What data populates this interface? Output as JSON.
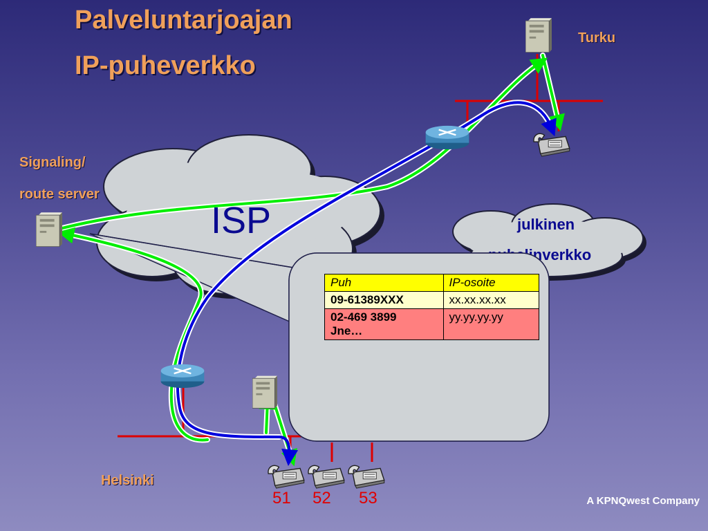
{
  "title": {
    "line1": "Palveluntarjoajan",
    "line2": "IP-puheverkko"
  },
  "labels": {
    "turku": "Turku",
    "signaling_line1": "Signaling/",
    "signaling_line2": "route server",
    "isp": "ISP",
    "pstn_line1": "julkinen",
    "pstn_line2": "puhelinverkko",
    "helsinki": "Helsinki",
    "phone_51": "51",
    "phone_52": "52",
    "phone_53": "53"
  },
  "table": {
    "headers": [
      "Puh",
      "IP-osoite"
    ],
    "rows": [
      {
        "number": "09-61389XXX",
        "ip": "xx.xx.xx.xx"
      },
      {
        "number_line1": "02-469 3899",
        "number_line2": "Jne…",
        "ip": "yy.yy.yy.yy"
      }
    ]
  },
  "footer": {
    "company": "A KPNQwest Company"
  },
  "colors": {
    "title": "#f0a05a",
    "background_top": "#2d2a78",
    "background_bottom": "#8e8bc0",
    "signaling_path": "#00ee00",
    "voice_path": "#0000dd",
    "lan_line": "#dd0000",
    "table_header": "#ffff00",
    "table_row1": "#ffffcc",
    "table_row2": "#ff7f7f"
  },
  "icons": [
    "server-icon",
    "router-icon",
    "phone-icon",
    "cloud-shape"
  ]
}
